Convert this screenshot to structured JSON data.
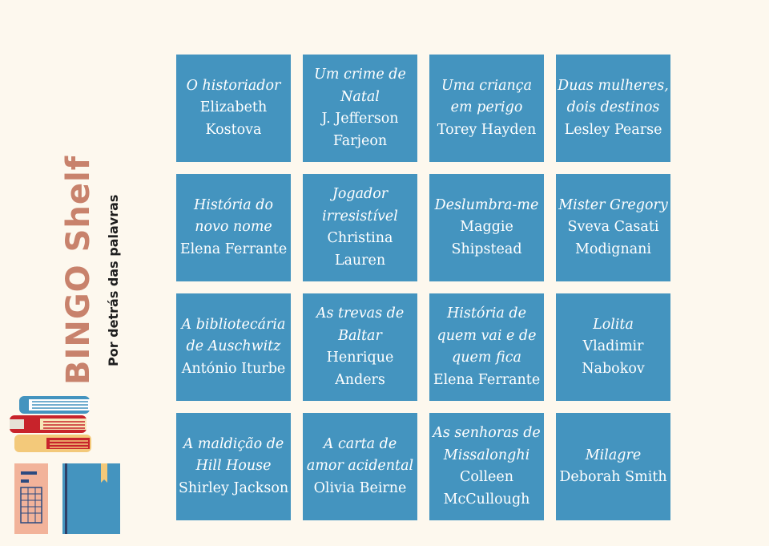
{
  "header": {
    "title": "BINGO Shelf",
    "subtitle": "Por detrás das palavras"
  },
  "colors": {
    "background": "#fdf8ee",
    "tile": "#4494bf",
    "title": "#c8826c"
  },
  "icons": [
    "stacked-books-icon",
    "notebook-icon",
    "blue-book-icon"
  ],
  "cells": [
    {
      "title": "O historiador",
      "author": "Elizabeth Kostova"
    },
    {
      "title": "Um crime de Natal",
      "author": "J. Jefferson Farjeon"
    },
    {
      "title": "Uma criança em perigo",
      "author": "Torey Hayden"
    },
    {
      "title": "Duas mulheres, dois destinos",
      "author": "Lesley Pearse"
    },
    {
      "title": "História do novo nome",
      "author": "Elena Ferrante"
    },
    {
      "title": "Jogador irresistível",
      "author": "Christina Lauren"
    },
    {
      "title": "Deslumbra-me",
      "author": "Maggie Shipstead"
    },
    {
      "title": "Mister Gregory",
      "author": "Sveva Casati Modignani"
    },
    {
      "title": "A bibliotecária de Auschwitz",
      "author": "António Iturbe"
    },
    {
      "title": "As trevas de Baltar",
      "author": "Henrique Anders"
    },
    {
      "title": "História de quem vai e de quem fica",
      "author": "Elena Ferrante"
    },
    {
      "title": "Lolita",
      "author": "Vladimir Nabokov"
    },
    {
      "title": "A maldição de Hill House",
      "author": "Shirley Jackson"
    },
    {
      "title": "A carta de amor acidental",
      "author": "Olivia Beirne"
    },
    {
      "title": "As senhoras de Missalonghi",
      "author": "Colleen McCullough"
    },
    {
      "title": "Milagre",
      "author": "Deborah Smith"
    }
  ]
}
